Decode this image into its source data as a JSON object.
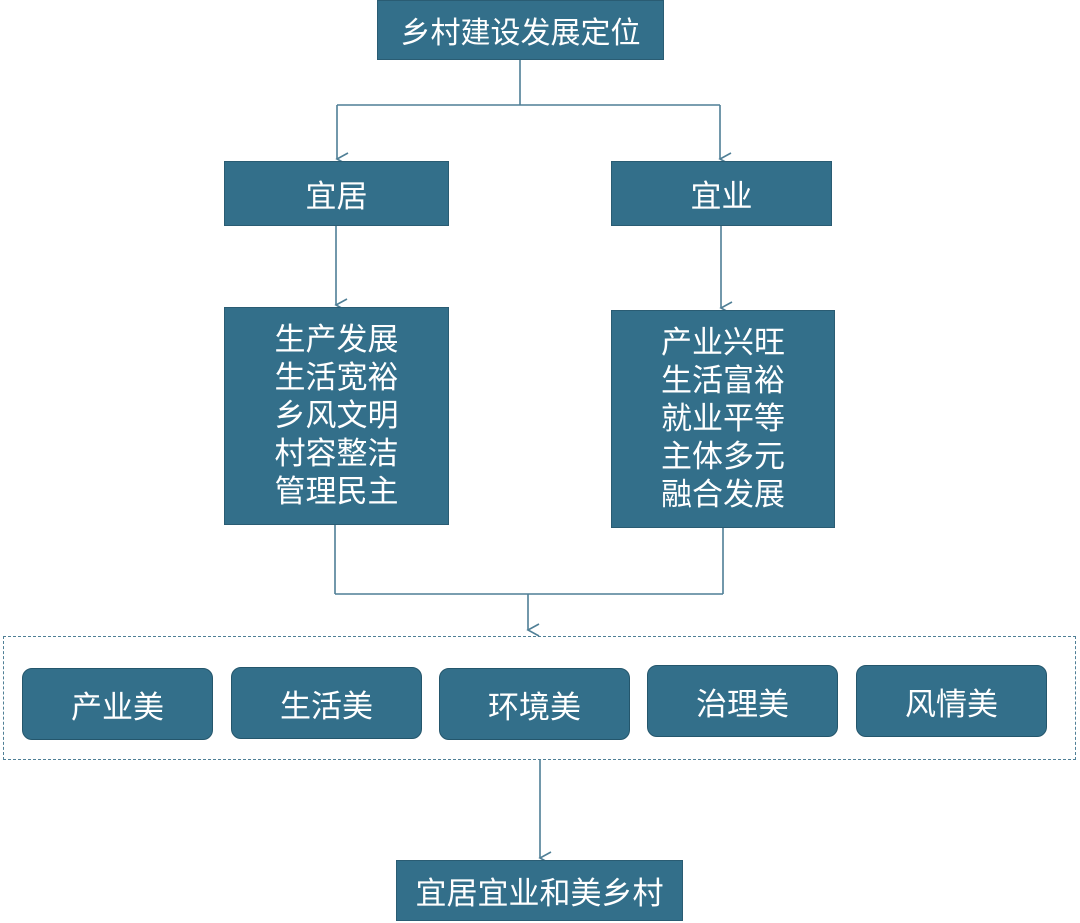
{
  "diagram": {
    "top_node": {
      "label": "乡村建设发展定位"
    },
    "branches": [
      {
        "label": "宜居",
        "items": [
          "生产发展",
          "生活宽裕",
          "乡风文明",
          "村容整洁",
          "管理民主"
        ]
      },
      {
        "label": "宜业",
        "items": [
          "产业兴旺",
          "生活富裕",
          "就业平等",
          "主体多元",
          "融合发展"
        ]
      }
    ],
    "beauty_nodes": [
      "产业美",
      "生活美",
      "环境美",
      "治理美",
      "风情美"
    ],
    "bottom_node": {
      "label": "宜居宜业和美乡村"
    },
    "colors": {
      "box_fill": "#336f8a",
      "box_text": "#ffffff",
      "connector": "#4f7f96",
      "dashed_border": "#4f7f96"
    }
  }
}
